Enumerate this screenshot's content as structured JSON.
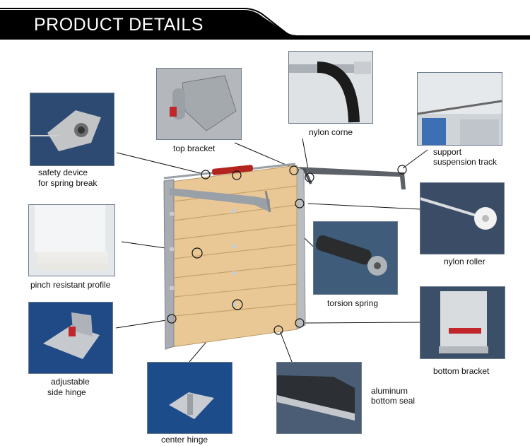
{
  "header": {
    "title": "PRODUCT DETAILS"
  },
  "colors": {
    "header_bg": "#000000",
    "door_panel": "#e8c796",
    "door_frame": "#9a9fa6",
    "spring_red": "#b3241f",
    "thumbnail_bg": "#2d4a73"
  },
  "parts": {
    "top_bracket": "top bracket",
    "nylon_corne": "nylon corne",
    "support_track": [
      "support",
      "suspension track"
    ],
    "safety_device": [
      "safety device",
      "for spring break"
    ],
    "nylon_roller": "nylon roller",
    "pinch_profile": "pinch resistant profile",
    "torsion_spring": "torsion spring",
    "side_hinge": [
      "adjustable",
      "side hinge"
    ],
    "bottom_bracket": "bottom bracket",
    "center_hinge": "center hinge",
    "bottom_seal": [
      "aluminum",
      "bottom seal"
    ]
  }
}
